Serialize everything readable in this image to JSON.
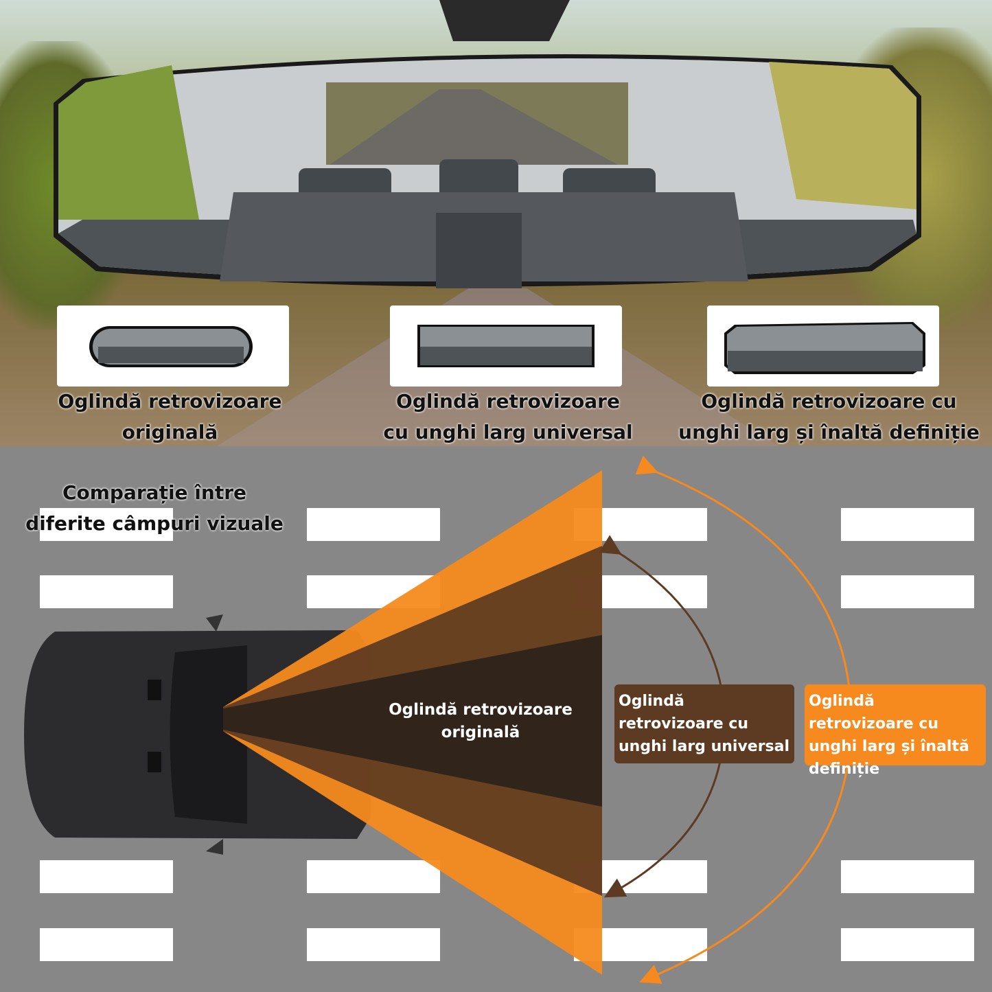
{
  "top": {
    "captions": [
      {
        "line1": "Oglindă retrovizoare",
        "line2": "originală"
      },
      {
        "line1": "Oglindă retrovizoare",
        "line2": "cu unghi larg universal"
      },
      {
        "line1": "Oglindă retrovizoare cu",
        "line2": "unghi larg și înaltă definiție"
      }
    ]
  },
  "bottom": {
    "title_line1": "Comparație între",
    "title_line2": "diferite câmpuri vizuale",
    "label_original": "Oglindă retrovizoare originală",
    "label_universal": "Oglindă retrovizoare cu unghi larg universal",
    "label_hd": "Oglindă retrovizoare cu unghi larg și înaltă definiție"
  },
  "colors": {
    "orange": "#f68a1e",
    "brown": "#5c3b22",
    "dark": "#2b221b",
    "road": "#878787"
  }
}
